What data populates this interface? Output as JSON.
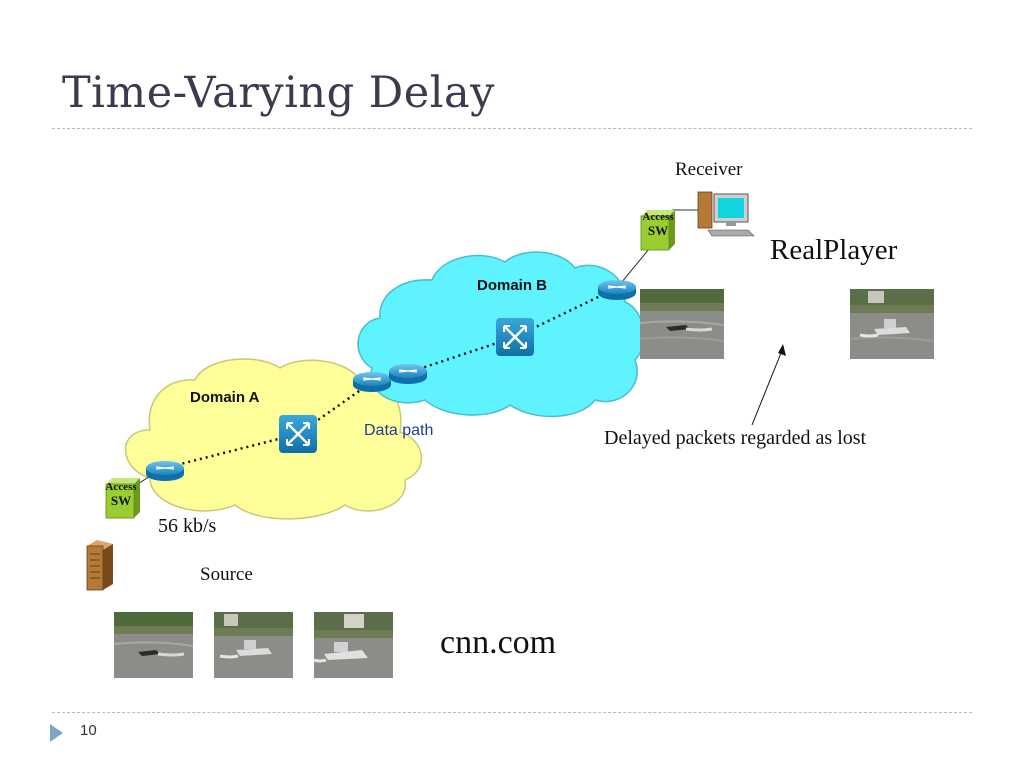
{
  "slide": {
    "title": "Time-Varying Delay",
    "page_number": "10"
  },
  "diagram": {
    "domain_a_label": "Domain A",
    "domain_b_label": "Domain B",
    "data_path_label": "Data path",
    "access_switch_label_line1": "Access",
    "access_switch_label_line2": "SW",
    "receiver_label": "Receiver",
    "source_label": "Source",
    "rate_label": "56 kb/s",
    "player_label": "RealPlayer",
    "annotation": "Delayed packets regarded as lost",
    "site_label": "cnn.com"
  },
  "colors": {
    "domain_a_fill": "#ffff99",
    "domain_b_fill": "#5ef3ff",
    "router_blue": "#1b8fc9",
    "switch_green": "#9acd32",
    "title_text": "#3b3b4f"
  },
  "icons": [
    "router-icon",
    "optical-switch-icon",
    "access-switch-icon",
    "server-icon",
    "workstation-icon"
  ]
}
